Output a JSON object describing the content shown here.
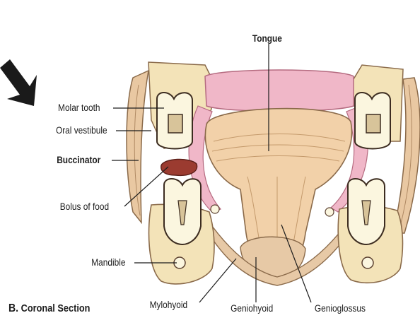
{
  "figure": {
    "caption_letter": "B.",
    "caption_title": "Coronal Section"
  },
  "labels": {
    "tongue": "Tongue",
    "molar_tooth": "Molar tooth",
    "oral_vestibule": "Oral vestibule",
    "buccinator": "Buccinator",
    "bolus_of_food": "Bolus of food",
    "mandible": "Mandible",
    "mylohyoid": "Mylohyoid",
    "geniohyoid": "Geniohyoid",
    "genioglossus": "Genioglossus"
  },
  "colors": {
    "bone": "#f3dfa8",
    "tooth_enamel": "#fbf6df",
    "tongue": "#f2d1a9",
    "mucosa": "#f0b7c8",
    "bolus": "#9b3b30",
    "muscle": "#e7c9a6",
    "arrow": "#1a1a1a"
  }
}
